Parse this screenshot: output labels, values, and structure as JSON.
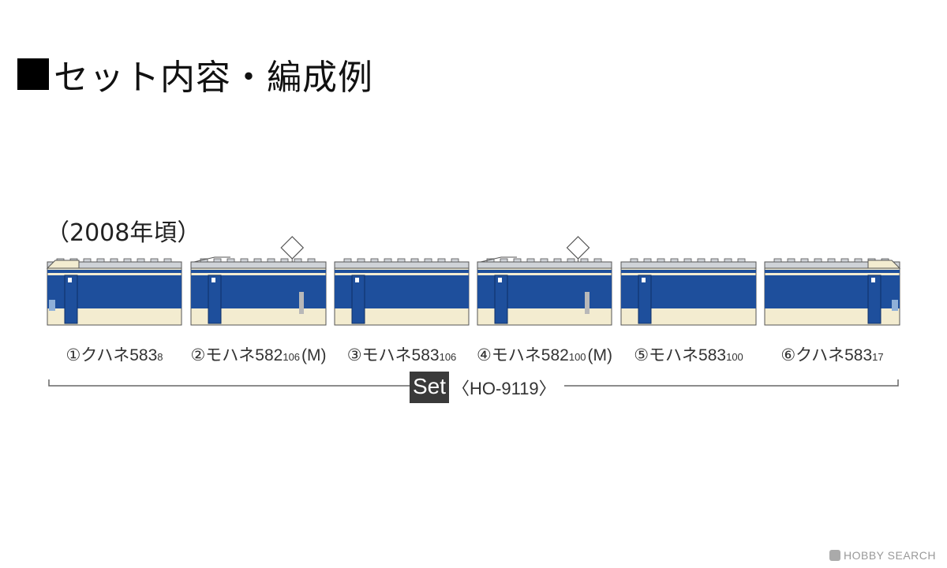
{
  "title": "■セット内容・編成例",
  "title_text": "セット内容・編成例",
  "year_note": "（2008年頃）",
  "colors": {
    "blue": "#1e4f9c",
    "cream": "#f3ecd0",
    "roof": "#cfd3d8",
    "outline": "#555555"
  },
  "cars": [
    {
      "num": "①",
      "name": "クハネ583",
      "sub": "8",
      "suffix": "",
      "type": "cab-left"
    },
    {
      "num": "②",
      "name": "モハネ582",
      "sub": "106",
      "suffix": "(M)",
      "type": "panto"
    },
    {
      "num": "③",
      "name": "モハネ583",
      "sub": "106",
      "suffix": "",
      "type": "plain"
    },
    {
      "num": "④",
      "name": "モハネ582",
      "sub": "100",
      "suffix": "(M)",
      "type": "panto"
    },
    {
      "num": "⑤",
      "name": "モハネ583",
      "sub": "100",
      "suffix": "",
      "type": "plain"
    },
    {
      "num": "⑥",
      "name": "クハネ583",
      "sub": "17",
      "suffix": "",
      "type": "cab-right"
    }
  ],
  "set": {
    "label": "Set",
    "code": "〈HO-9119〉"
  },
  "watermark": "HOBBY SEARCH"
}
